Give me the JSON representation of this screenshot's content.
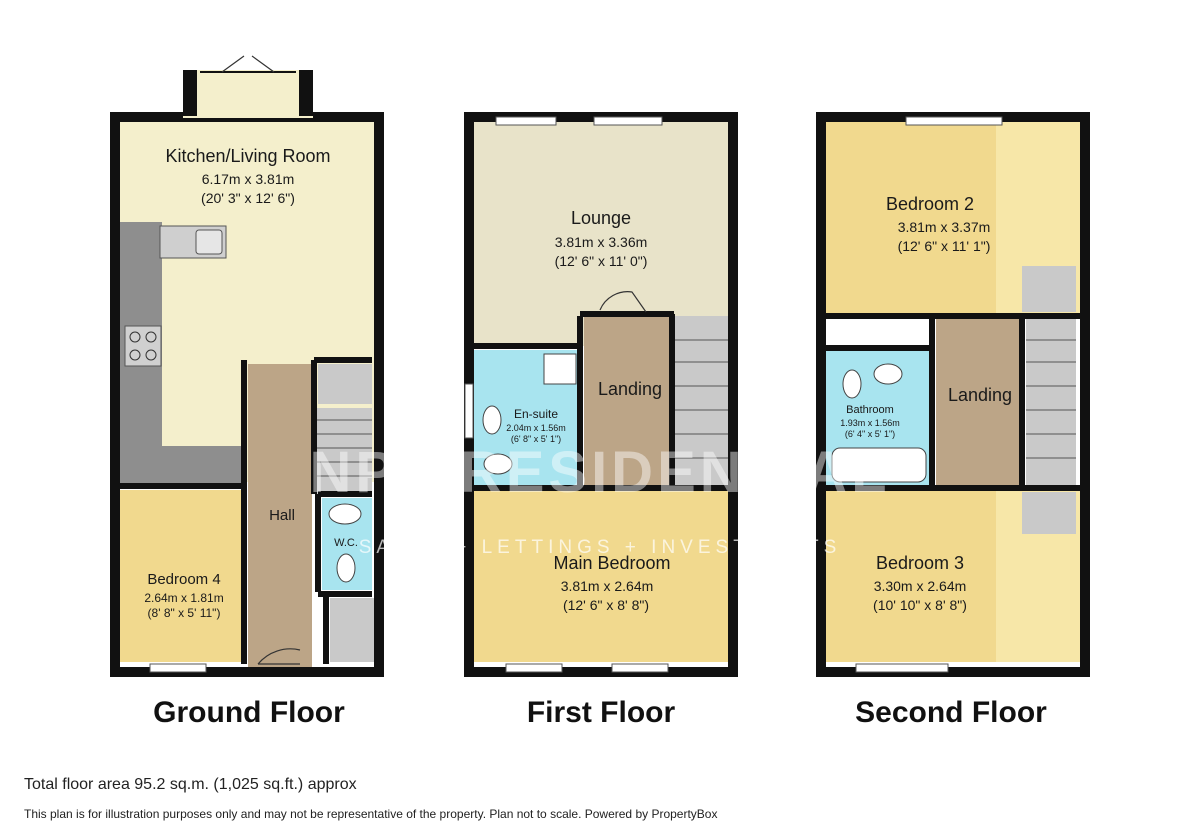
{
  "colors": {
    "wall": "#111111",
    "kitchen": "#f4efcc",
    "counter": "#8e8e8e",
    "hall": "#bca587",
    "bedroom": "#f1d98e",
    "bedroom_light": "#f7e7a8",
    "lounge": "#e8e3c9",
    "wet_room": "#a8e4ef",
    "stairs": "#c9c9c9",
    "watermark": "#d8d8d8"
  },
  "watermark": {
    "brand": "NPP RESIDENTIAL",
    "tagline": "SALES + LETTINGS + INVESTMENTS"
  },
  "floors": [
    {
      "title": "Ground Floor",
      "rooms": [
        {
          "name": "Kitchen/Living Room",
          "metric": "6.17m x 3.81m",
          "imperial": "(20' 3\" x 12' 6\")"
        },
        {
          "name": "Hall"
        },
        {
          "name": "W.C."
        },
        {
          "name": "Bedroom 4",
          "metric": "2.64m x 1.81m",
          "imperial": "(8' 8\" x 5' 11\")"
        }
      ]
    },
    {
      "title": "First Floor",
      "rooms": [
        {
          "name": "Lounge",
          "metric": "3.81m x 3.36m",
          "imperial": "(12' 6\" x 11' 0\")"
        },
        {
          "name": "Landing"
        },
        {
          "name": "En-suite",
          "metric": "2.04m x 1.56m",
          "imperial": "(6' 8\" x 5' 1\")"
        },
        {
          "name": "Main Bedroom",
          "metric": "3.81m x 2.64m",
          "imperial": "(12' 6\" x 8' 8\")"
        }
      ]
    },
    {
      "title": "Second Floor",
      "rooms": [
        {
          "name": "Bedroom 2",
          "metric": "3.81m x 3.37m",
          "imperial": "(12' 6\" x 11' 1\")"
        },
        {
          "name": "Landing"
        },
        {
          "name": "Bathroom",
          "metric": "1.93m x 1.56m",
          "imperial": "(6' 4\" x 5' 1\")"
        },
        {
          "name": "Bedroom 3",
          "metric": "3.30m x 2.64m",
          "imperial": "(10' 10\" x 8' 8\")"
        }
      ]
    }
  ],
  "footer": {
    "total_area": "Total floor area 95.2 sq.m. (1,025 sq.ft.) approx",
    "disclaimer": "This plan is for illustration purposes only and may not be representative of the property. Plan not to scale. Powered by PropertyBox"
  }
}
